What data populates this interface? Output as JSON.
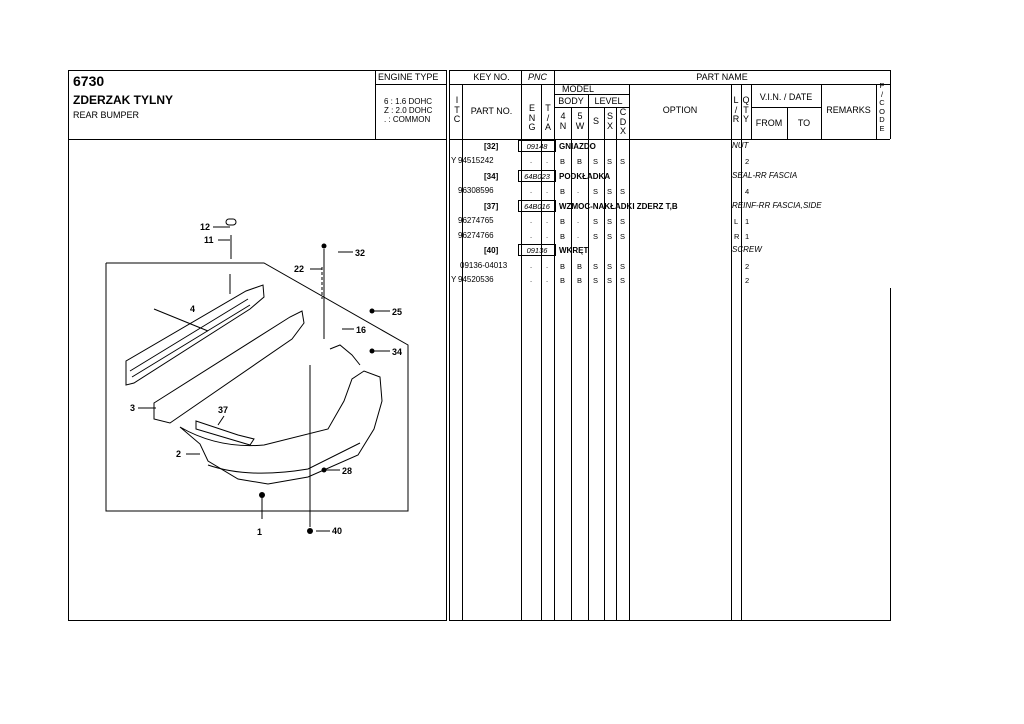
{
  "header": {
    "code": "6730",
    "title_pl": "ZDERZAK TYLNY",
    "title_en": "REAR BUMPER",
    "engine_type_label": "ENGINE TYPE",
    "engine_lines": [
      "6 : 1.6 DOHC",
      "Z : 2.0 DOHC",
      ". : COMMON"
    ]
  },
  "columns": {
    "key_no": "KEY NO.",
    "pnc": "PNC",
    "part_name": "PART NAME",
    "itc": [
      "I",
      "T",
      "C"
    ],
    "part_no": "PART NO.",
    "model": "MODEL",
    "eng": [
      "E",
      "N",
      "G"
    ],
    "ta": [
      "T",
      "/",
      "A"
    ],
    "body": "BODY",
    "level": "LEVEL",
    "body_4n": [
      "4",
      "N"
    ],
    "body_5w": [
      "5",
      "W"
    ],
    "level_s": "S",
    "level_sx": [
      "S",
      "X"
    ],
    "level_cdx": [
      "C",
      "D",
      "X"
    ],
    "option": "OPTION",
    "lr": [
      "L",
      "/",
      "R"
    ],
    "qty": [
      "Q",
      "T",
      "Y"
    ],
    "vin_date": "V.I.N. / DATE",
    "from": "FROM",
    "to": "TO",
    "remarks": "REMARKS",
    "pcode": [
      "P",
      "/",
      "C",
      "O",
      "D",
      "E"
    ]
  },
  "groups": [
    {
      "key": "[32]",
      "pnc": "09148",
      "name_pl": "GNIAZDO",
      "name_en": "NUT",
      "parts": [
        {
          "itc": "Y",
          "part_no": "94515242",
          "eng": ".",
          "ta": ".",
          "b4": "B",
          "b5": "B",
          "s": "S",
          "sx": "S",
          "cdx": "S",
          "lr": "",
          "qty": "2"
        }
      ]
    },
    {
      "key": "[34]",
      "pnc": "64B023",
      "name_pl": "PODKŁADKA",
      "name_en": "SEAL-RR FASCIA",
      "parts": [
        {
          "itc": "",
          "part_no": "96308596",
          "eng": ".",
          "ta": ".",
          "b4": "B",
          "b5": ".",
          "s": "S",
          "sx": "S",
          "cdx": "S",
          "lr": "",
          "qty": "4"
        }
      ]
    },
    {
      "key": "[37]",
      "pnc": "64B016",
      "name_pl": "WZMOC-NAKŁADKI ZDERZ T,B",
      "name_en": "REINF-RR FASCIA,SIDE",
      "parts": [
        {
          "itc": "",
          "part_no": "96274765",
          "eng": ".",
          "ta": ".",
          "b4": "B",
          "b5": ".",
          "s": "S",
          "sx": "S",
          "cdx": "S",
          "lr": "L",
          "qty": "1"
        },
        {
          "itc": "",
          "part_no": "96274766",
          "eng": ".",
          "ta": ".",
          "b4": "B",
          "b5": ".",
          "s": "S",
          "sx": "S",
          "cdx": "S",
          "lr": "R",
          "qty": "1"
        }
      ]
    },
    {
      "key": "[40]",
      "pnc": "09136",
      "name_pl": "WKRĘT",
      "name_en": "SCREW",
      "parts": [
        {
          "itc": "",
          "part_no": "09136-04013",
          "eng": ".",
          "ta": ".",
          "b4": "B",
          "b5": "B",
          "s": "S",
          "sx": "S",
          "cdx": "S",
          "lr": "",
          "qty": "2"
        },
        {
          "itc": "Y",
          "part_no": "94520536",
          "eng": ".",
          "ta": ".",
          "b4": "B",
          "b5": "B",
          "s": "S",
          "sx": "S",
          "cdx": "S",
          "lr": "",
          "qty": "2"
        }
      ]
    }
  ],
  "diagram_callouts": [
    "12",
    "11",
    "32",
    "22",
    "25",
    "4",
    "16",
    "34",
    "3",
    "37",
    "2",
    "28",
    "1",
    "40"
  ]
}
